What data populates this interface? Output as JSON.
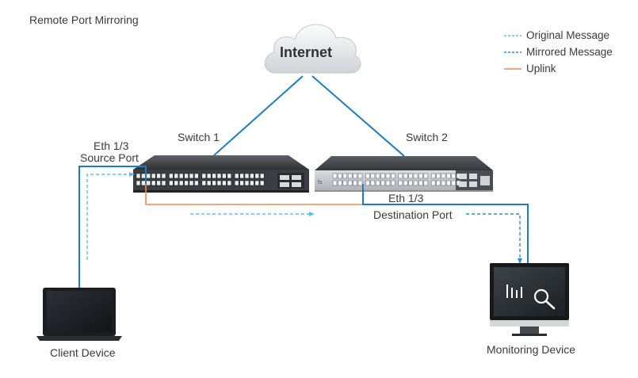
{
  "title": "Remote Port Mirroring",
  "legend": {
    "original": "Original Message",
    "mirrored": "Mirrored Message",
    "uplink": "Uplink"
  },
  "cloud_label": "Internet",
  "switch1": {
    "label": "Switch 1",
    "port_line1": "Eth 1/3",
    "port_line2": "Source Port"
  },
  "switch2": {
    "label": "Switch 2",
    "port_line1": "Eth 1/3",
    "port_line2": "Destination Port",
    "logo_text": "fs"
  },
  "client_label": "Client Device",
  "monitor_label": "Monitoring Device",
  "colors": {
    "network": "#1a7fc4",
    "original": "#5bc0e8",
    "mirrored": "#2e8fd4",
    "uplink": "#f08a4b"
  }
}
